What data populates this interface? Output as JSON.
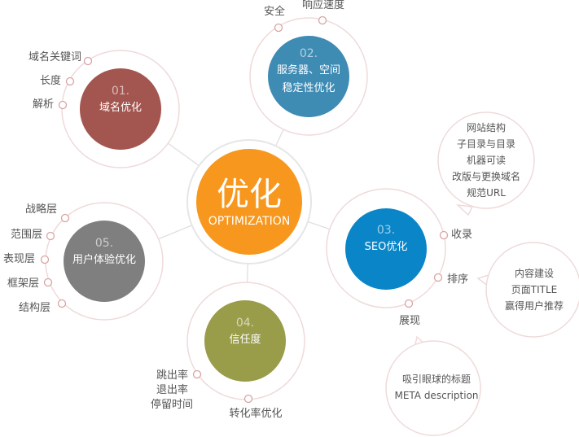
{
  "colors": {
    "center": "#f7971e",
    "n01": "#a3554f",
    "n02": "#3e8bb4",
    "n03": "#0a86c8",
    "n04": "#999d4a",
    "n05": "#7f7f7f",
    "ring": "#efdada",
    "dot": "#d9a3a3",
    "line": "#dddddd"
  },
  "center": {
    "title": "优化",
    "subtitle": "OPTIMIZATION"
  },
  "nodes": [
    {
      "num": "01.",
      "label": "域名优化",
      "items": [
        "域名关键词",
        "长度",
        "解析"
      ]
    },
    {
      "num": "02.",
      "label_lines": [
        "服务器、空间",
        "稳定性优化"
      ],
      "items": [
        "安全",
        "响应速度"
      ]
    },
    {
      "num": "03.",
      "label": "SEO优化",
      "items": [
        "收录",
        "排序",
        "展现"
      ]
    },
    {
      "num": "04.",
      "label": "信任度",
      "items": [
        "跳出率",
        "退出率",
        "停留时间",
        "转化率优化"
      ]
    },
    {
      "num": "05.",
      "label": "用户体验优化",
      "items": [
        "战略层",
        "范围层",
        "表现层",
        "框架层",
        "结构层"
      ]
    }
  ],
  "bubbles": [
    {
      "lines": [
        "网站结构",
        "子目录与目录",
        "机器可读",
        "改版与更换域名",
        "规范URL"
      ]
    },
    {
      "lines": [
        "内容建设",
        "页面TITLE",
        "赢得用户推荐"
      ]
    },
    {
      "lines": [
        "吸引眼球的标题",
        "META description"
      ]
    }
  ]
}
